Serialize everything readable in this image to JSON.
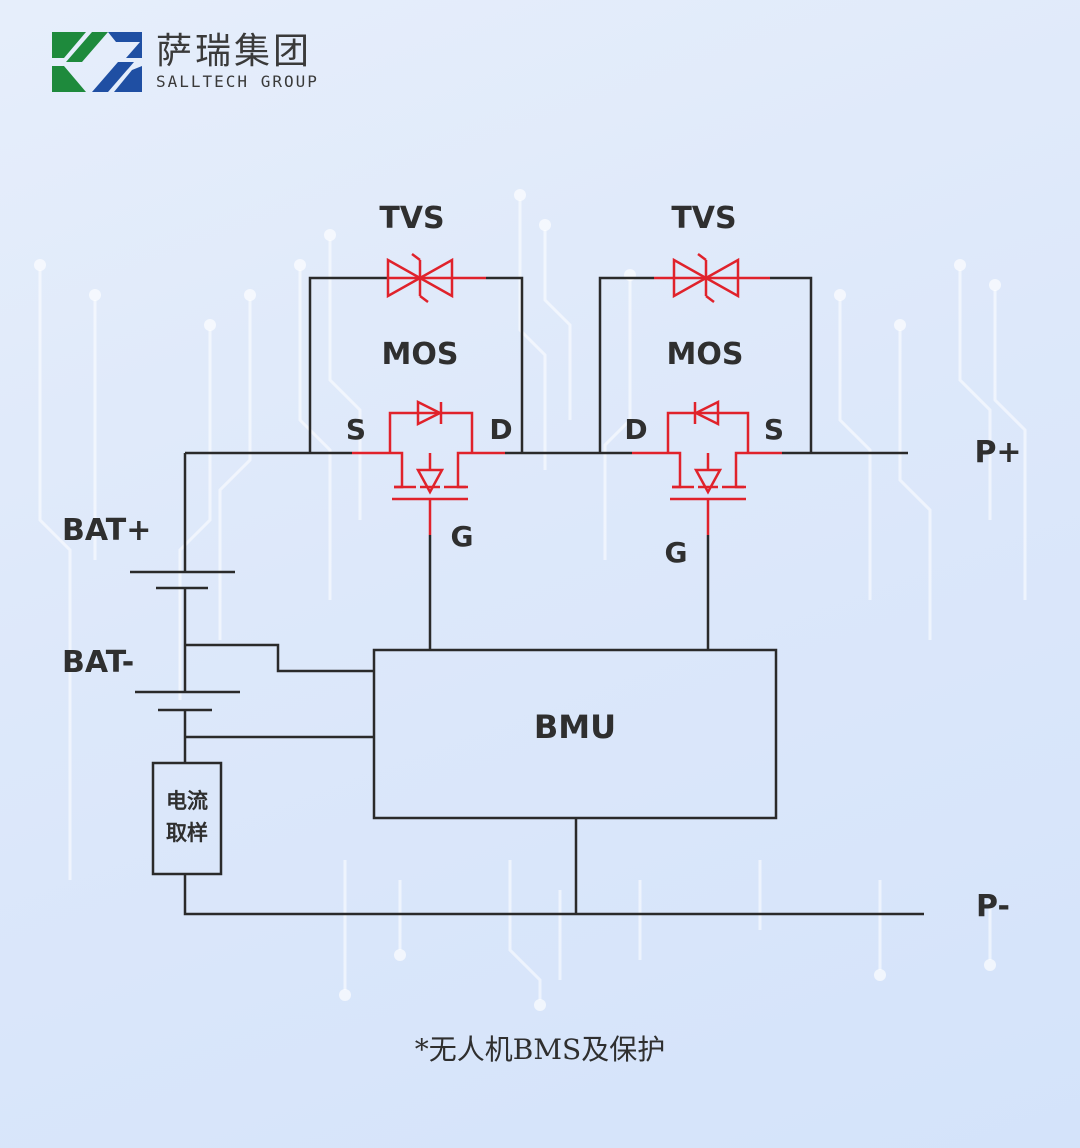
{
  "brand": {
    "name_cn": "萨瑞集团",
    "name_en": "SALLTECH GROUP",
    "colors": {
      "green": "#1e8a3c",
      "blue": "#1f4fa3"
    }
  },
  "diagram": {
    "labels": {
      "tvs_left": "TVS",
      "tvs_right": "TVS",
      "mos_left": "MOS",
      "mos_right": "MOS",
      "s_left": "S",
      "d_left": "D",
      "d_right": "D",
      "s_right": "S",
      "g_left": "G",
      "g_right": "G",
      "p_plus": "P+",
      "p_minus": "P-",
      "bat_plus": "BAT+",
      "bat_minus": "BAT-",
      "bmu": "BMU",
      "current_sample_line1": "电流",
      "current_sample_line2": "取样"
    },
    "colors": {
      "wire": "#2a2a2a",
      "component": "#e0222b"
    }
  },
  "caption": "*无人机BMS及保护"
}
